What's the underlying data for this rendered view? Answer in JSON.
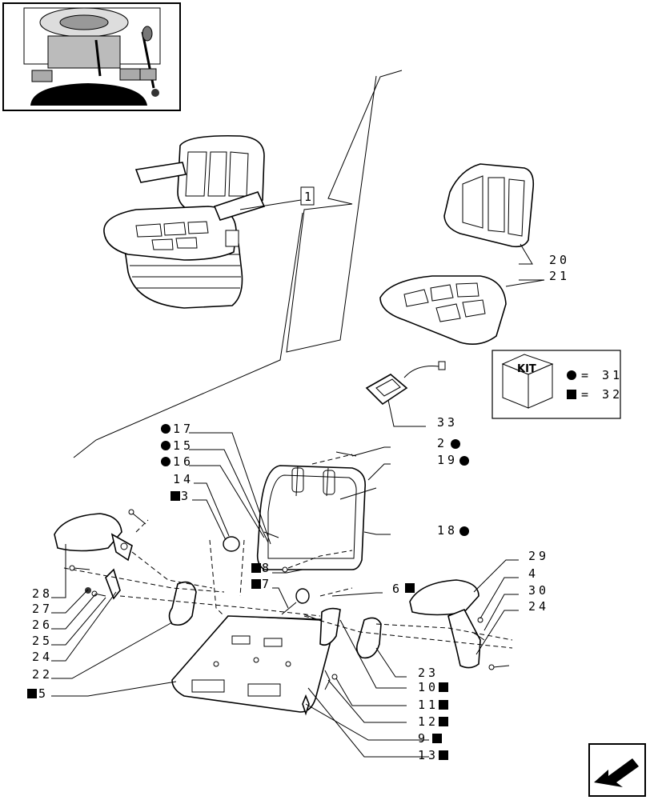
{
  "callouts": [
    {
      "id": "c17",
      "mark": "circle",
      "text": "17"
    },
    {
      "id": "c15",
      "mark": "circle",
      "text": "15"
    },
    {
      "id": "c16",
      "mark": "circle",
      "text": "16"
    },
    {
      "id": "c14",
      "mark": "none",
      "text": "14"
    },
    {
      "id": "c3",
      "mark": "square",
      "text": "3"
    },
    {
      "id": "c28",
      "mark": "none",
      "text": "28"
    },
    {
      "id": "c27",
      "mark": "none",
      "text": "27"
    },
    {
      "id": "c26",
      "mark": "none",
      "text": "26"
    },
    {
      "id": "c25",
      "mark": "none",
      "text": "25"
    },
    {
      "id": "c24a",
      "mark": "none",
      "text": "24"
    },
    {
      "id": "c22",
      "mark": "none",
      "text": "22"
    },
    {
      "id": "c5",
      "mark": "square",
      "text": "5"
    },
    {
      "id": "c8",
      "mark": "square",
      "text": "8"
    },
    {
      "id": "c7",
      "mark": "square",
      "text": "7"
    },
    {
      "id": "c1",
      "mark": "box",
      "text": "1"
    },
    {
      "id": "c20",
      "mark": "none",
      "text": "20"
    },
    {
      "id": "c21",
      "mark": "none",
      "text": "21"
    },
    {
      "id": "c33",
      "mark": "none",
      "text": "33"
    },
    {
      "id": "c2",
      "mark": "circle_after",
      "text": "2"
    },
    {
      "id": "c19",
      "mark": "circle_after",
      "text": "19"
    },
    {
      "id": "c18",
      "mark": "circle_after",
      "text": "18"
    },
    {
      "id": "c6",
      "mark": "square_after",
      "text": "6"
    },
    {
      "id": "c29",
      "mark": "none",
      "text": "29"
    },
    {
      "id": "c4",
      "mark": "none",
      "text": "4"
    },
    {
      "id": "c30",
      "mark": "none",
      "text": "30"
    },
    {
      "id": "c24b",
      "mark": "none",
      "text": "24"
    },
    {
      "id": "c23",
      "mark": "none",
      "text": "23"
    },
    {
      "id": "c10",
      "mark": "square_after",
      "text": "10"
    },
    {
      "id": "c11",
      "mark": "square_after",
      "text": "11"
    },
    {
      "id": "c12",
      "mark": "square_after",
      "text": "12"
    },
    {
      "id": "c9",
      "mark": "square_after",
      "text": "9"
    },
    {
      "id": "c13",
      "mark": "square_after",
      "text": "13"
    }
  ],
  "kit": {
    "label": "KIT",
    "circle_eq": "=  31",
    "square_eq": "=  32"
  },
  "icons": {
    "thumbnail": "tractor-cab-thumbnail-icon",
    "nav": "back-arrow-icon"
  }
}
